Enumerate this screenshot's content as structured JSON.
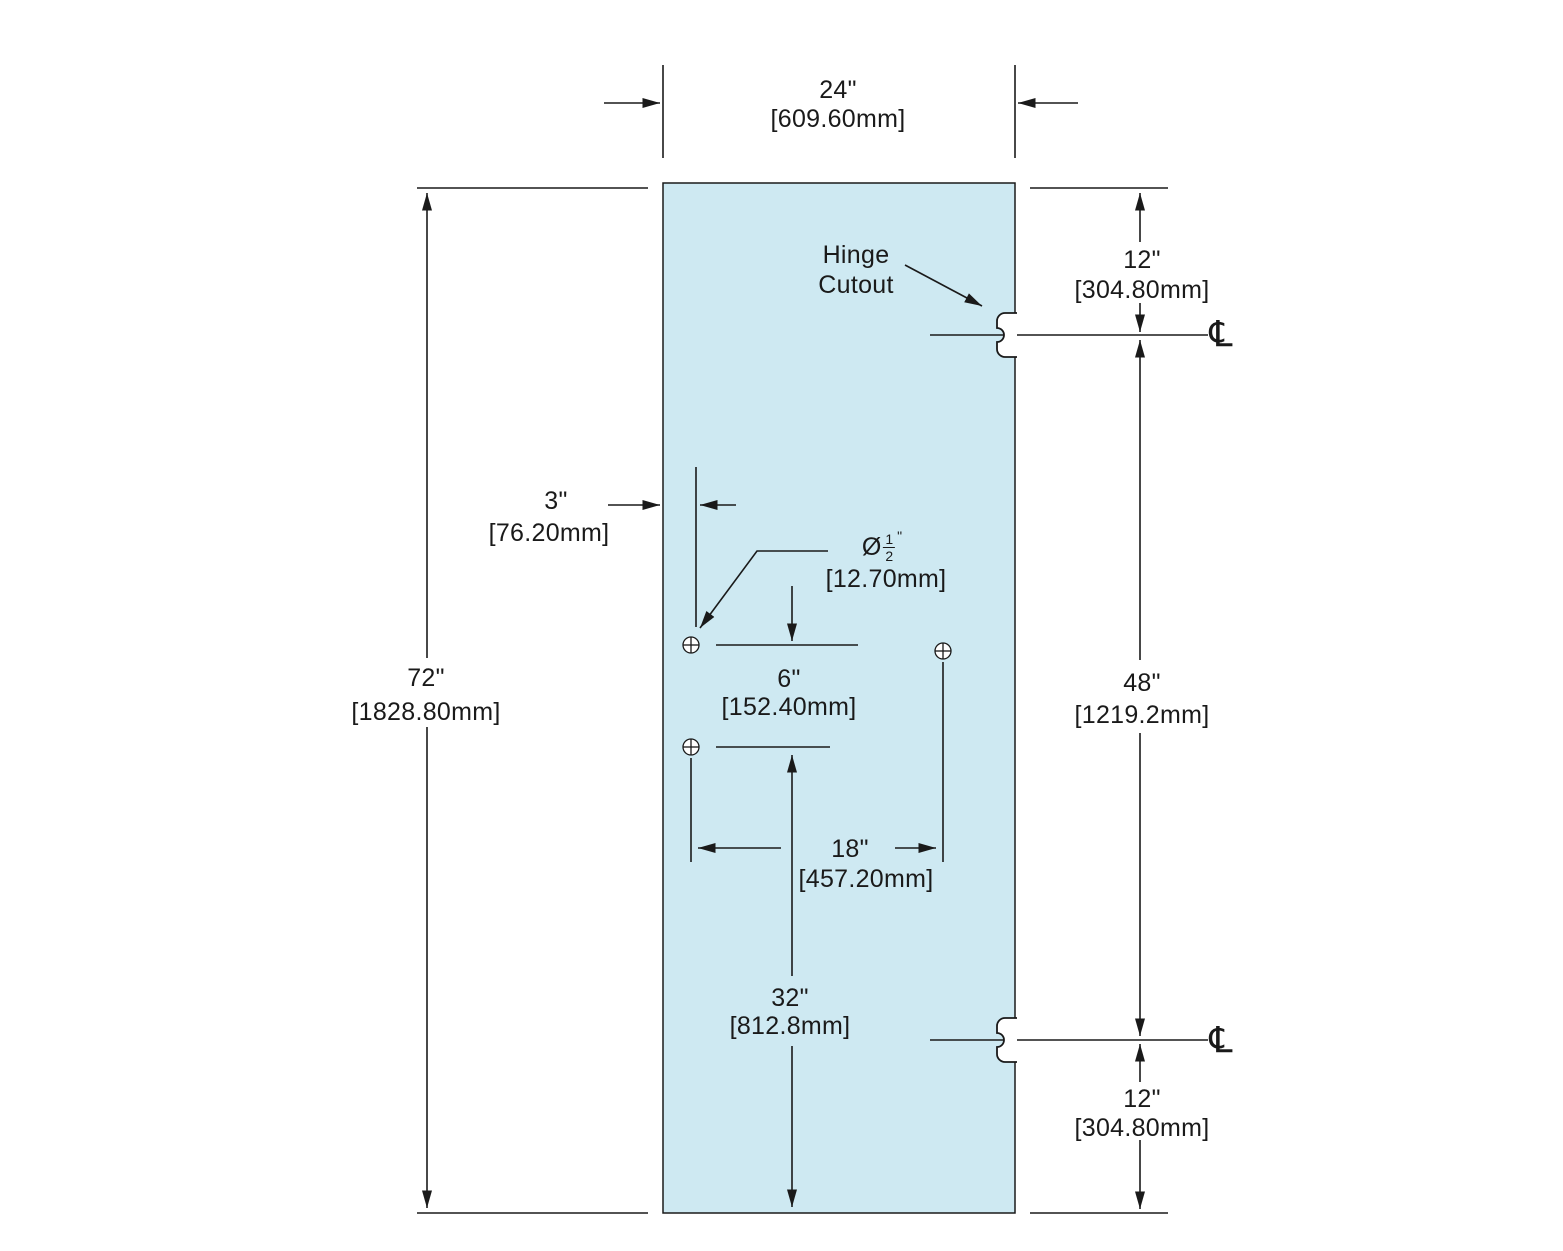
{
  "colors": {
    "glass": "#cee9f2",
    "line": "#1a1a1a"
  },
  "dimensions": {
    "width": {
      "in": "24\"",
      "mm": "[609.60mm]"
    },
    "height": {
      "in": "72\"",
      "mm": "[1828.80mm]"
    },
    "top_right": {
      "in": "12\"",
      "mm": "[304.80mm]"
    },
    "mid_right": {
      "in": "48\"",
      "mm": "[1219.2mm]"
    },
    "bottom_right": {
      "in": "12\"",
      "mm": "[304.80mm]"
    },
    "edge_offset": {
      "in": "3\"",
      "mm": "[76.20mm]"
    },
    "hole_spacing_v": {
      "in": "6\"",
      "mm": "[152.40mm]"
    },
    "hole_spacing_h": {
      "in": "18\"",
      "mm": "[457.20mm]"
    },
    "bottom_offset": {
      "in": "32\"",
      "mm": "[812.8mm]"
    }
  },
  "hole_callout": {
    "prefix": "Ø",
    "numerator": "1",
    "denominator": "2",
    "unit": "\"",
    "mm": "[12.70mm]"
  },
  "labels": {
    "hinge_line1": "Hinge",
    "hinge_line2": "Cutout",
    "centerline": "℄"
  }
}
